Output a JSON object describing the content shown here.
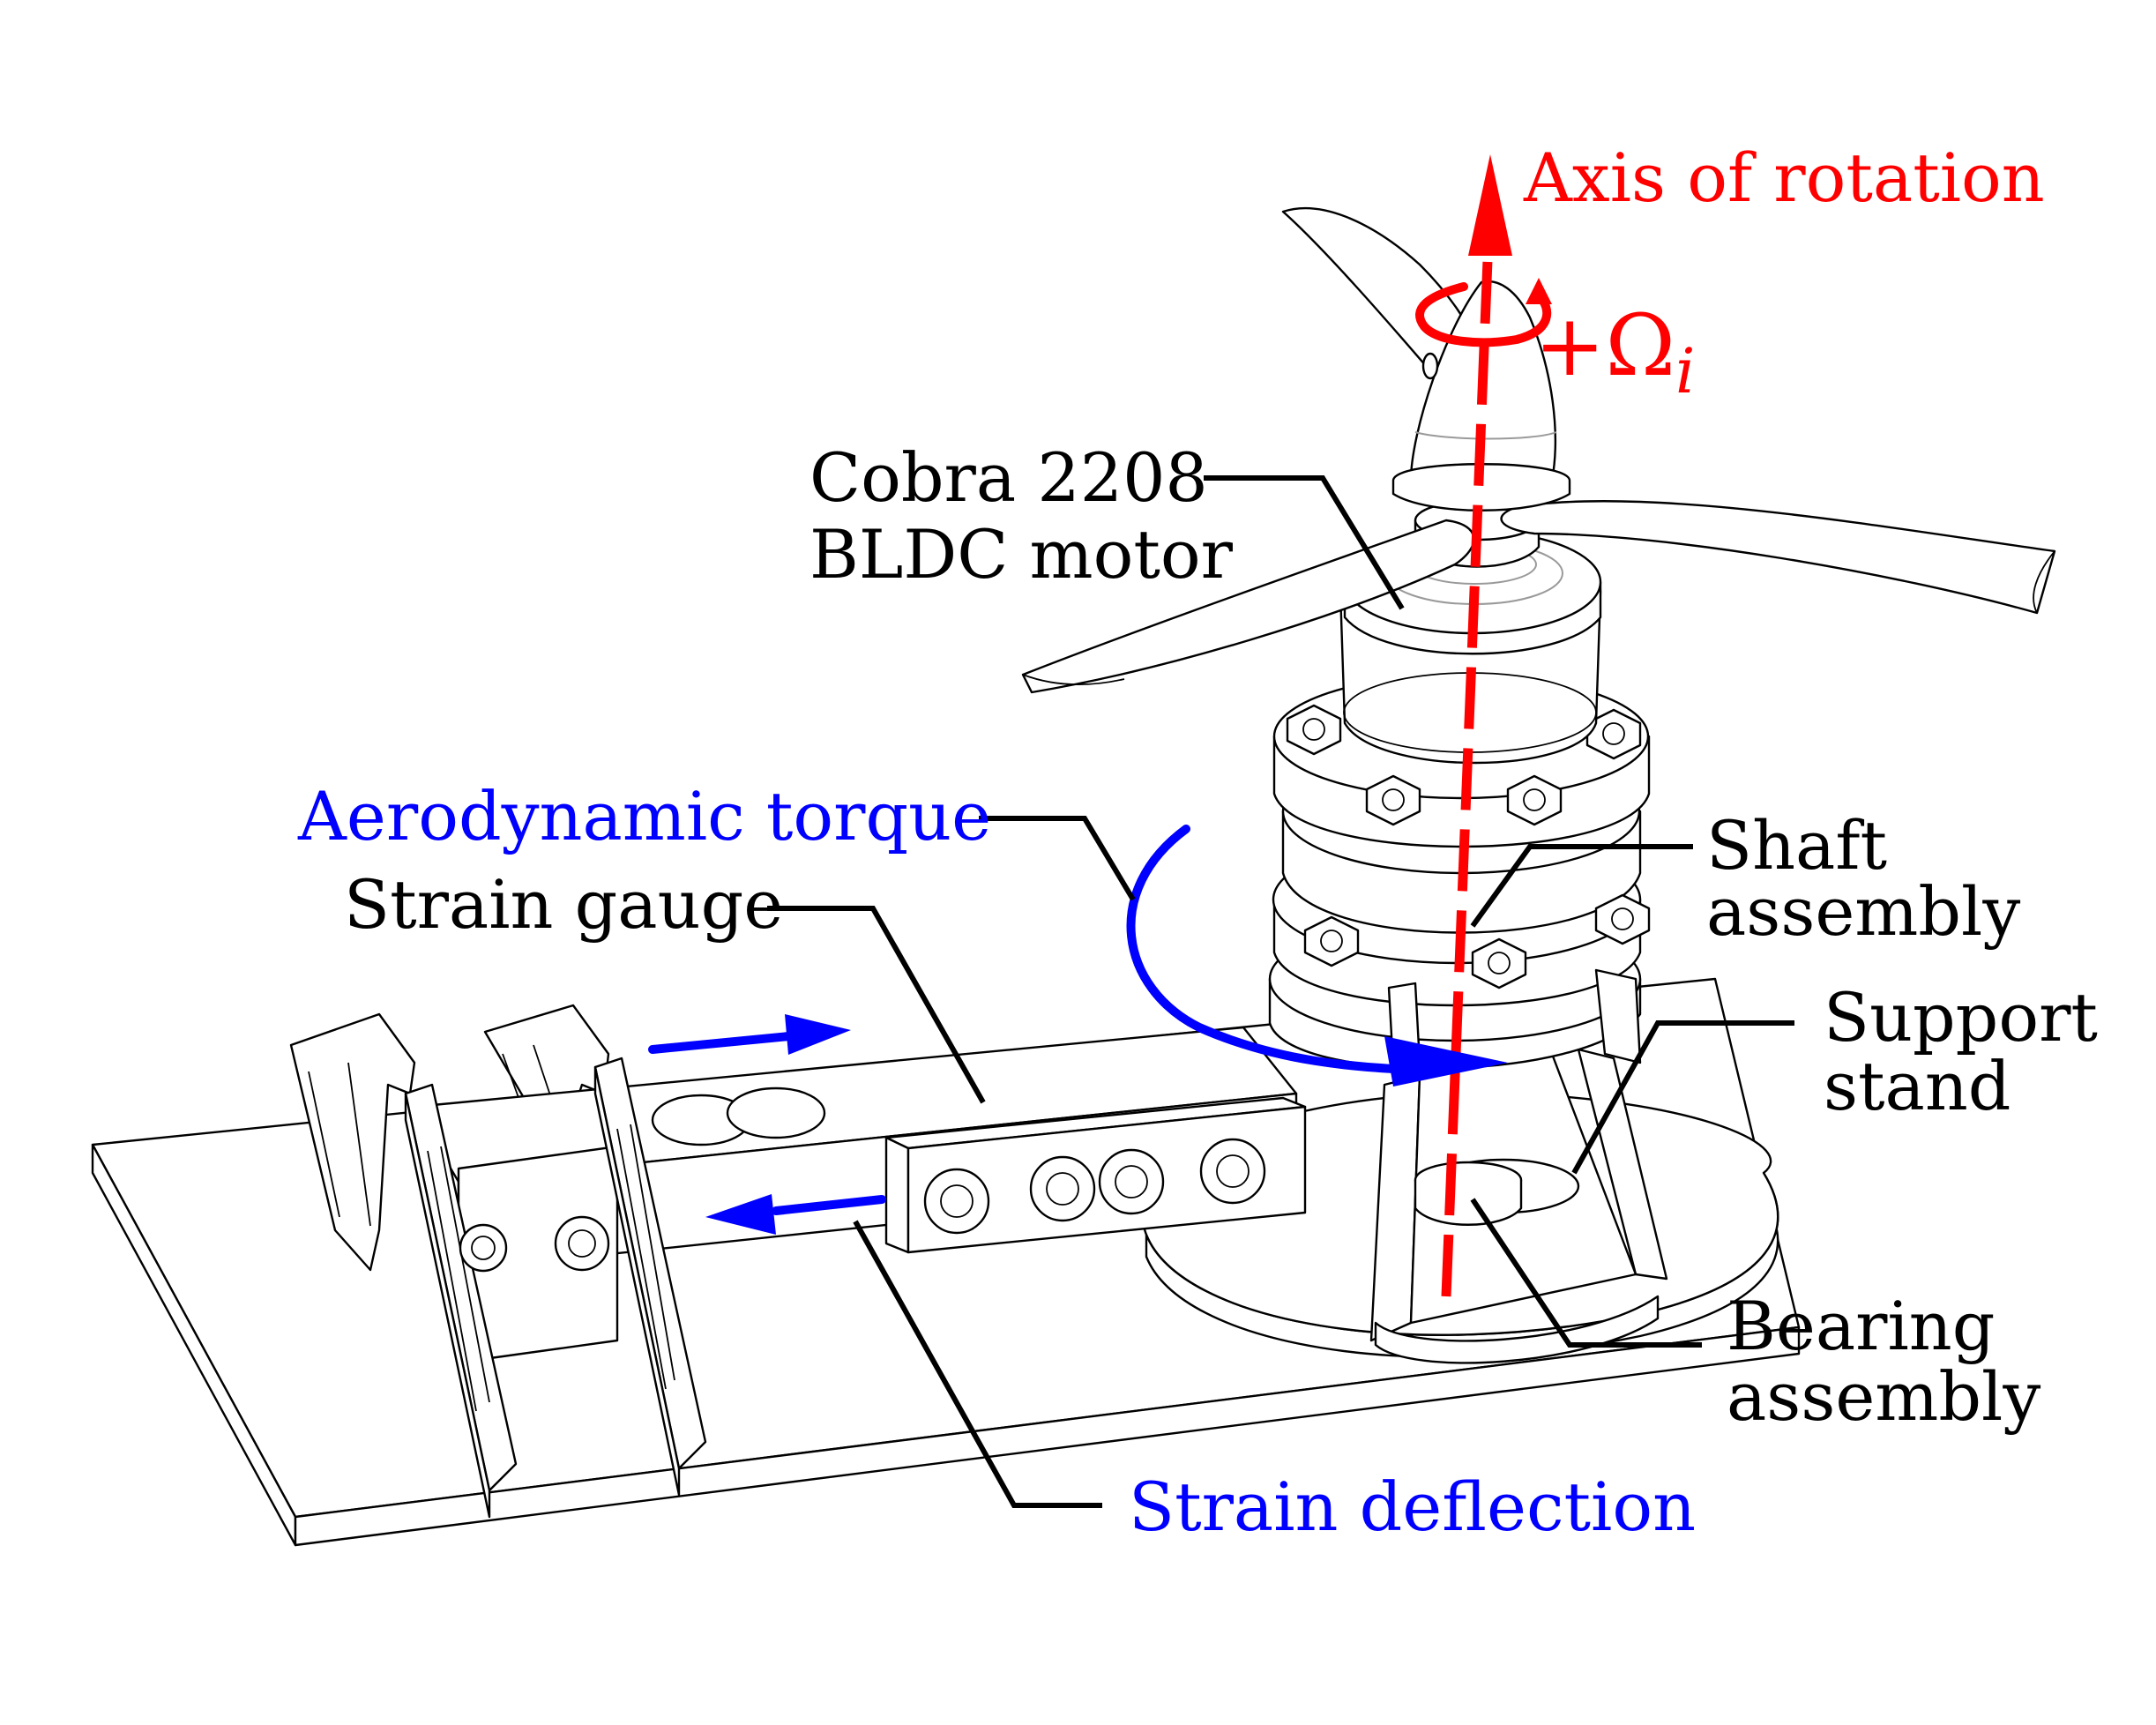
{
  "labels": {
    "axis_of_rotation": "Axis of rotation",
    "omega_prefix": "+Ω",
    "omega_subscript": "i",
    "motor_line1": "Cobra 2208",
    "motor_line2": "BLDC motor",
    "aerodynamic_torque": "Aerodynamic torque",
    "strain_gauge": "Strain gauge",
    "shaft_line1": "Shaft",
    "shaft_line2": "assembly",
    "support_line1": "Support",
    "support_line2": "stand",
    "bearing_line1": "Bearing",
    "bearing_line2": "assembly",
    "strain_deflection": "Strain deflection"
  },
  "colors": {
    "axis": "#ff0000",
    "torque": "#0000ff",
    "deflection": "#0000ff",
    "outline": "#000000"
  }
}
